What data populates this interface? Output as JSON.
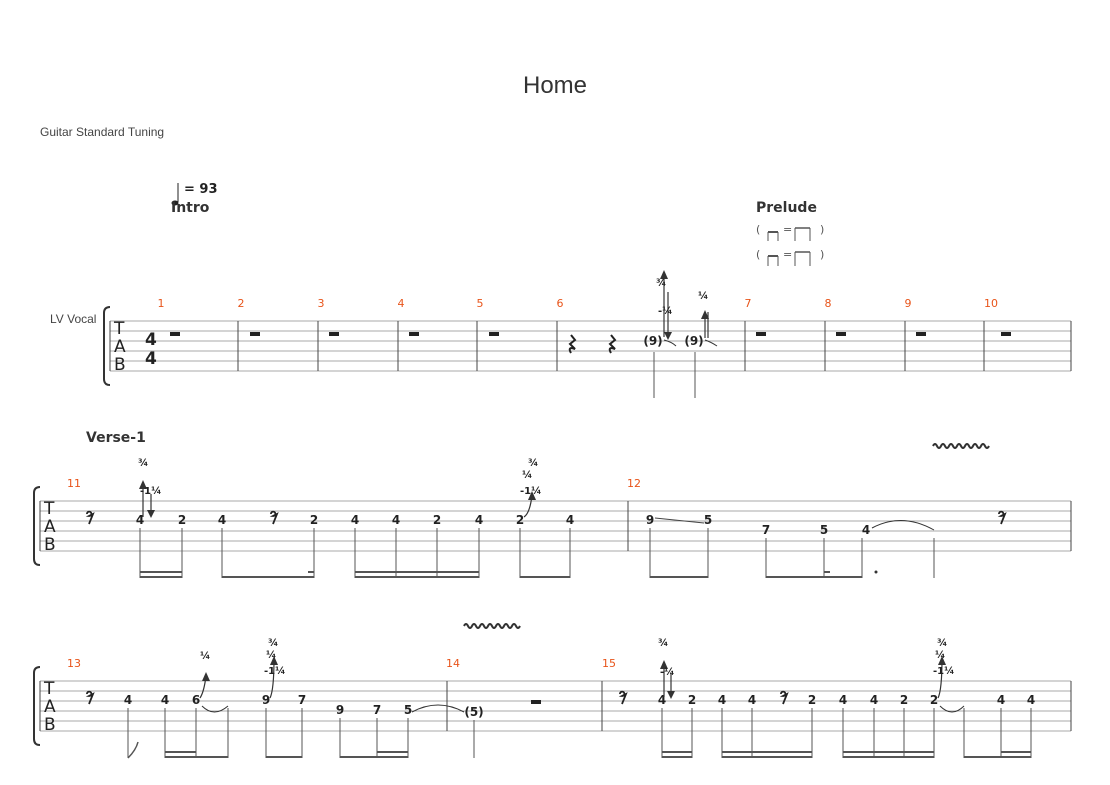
{
  "score": {
    "title": "Home",
    "tuning": "Guitar Standard Tuning",
    "instrument": "LV Vocal",
    "tempo_value": "= 93",
    "sections": [
      "Intro",
      "Prelude",
      "Verse-1"
    ],
    "time_signature": "4/4",
    "tab_clef": [
      "T",
      "A",
      "B"
    ],
    "measure_numbers": [
      "1",
      "2",
      "3",
      "4",
      "5",
      "6",
      "7",
      "8",
      "9",
      "10",
      "11",
      "12",
      "13",
      "14",
      "15"
    ],
    "bend_labels": [
      "¾",
      "¼",
      "-¼",
      "-1¼"
    ]
  },
  "colors": {
    "measure_number": "#e8541a",
    "lines": "#888888",
    "text": "#222222"
  }
}
